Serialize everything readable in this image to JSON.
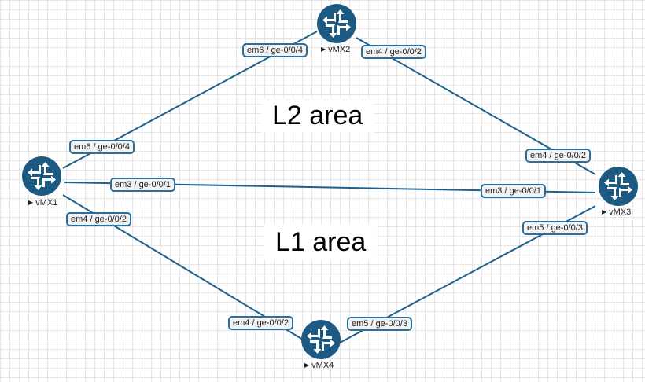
{
  "areas": {
    "l2": "L2 area",
    "l1": "L1 area"
  },
  "nodes": {
    "vmx1": {
      "label": "vMX1"
    },
    "vmx2": {
      "label": "vMX2"
    },
    "vmx3": {
      "label": "vMX3"
    },
    "vmx4": {
      "label": "vMX4"
    }
  },
  "links": {
    "vmx1_vmx2": {
      "a_port": "em6 / ge-0/0/4",
      "b_port": "em6 / ge-0/0/4"
    },
    "vmx2_vmx3": {
      "a_port": "em4 / ge-0/0/2",
      "b_port": "em4 / ge-0/0/2"
    },
    "vmx1_vmx3": {
      "a_port": "em3 / ge-0/0/1",
      "b_port": "em3 / ge-0/0/1"
    },
    "vmx1_vmx4": {
      "a_port": "em4 / ge-0/0/2",
      "b_port": "em4 / ge-0/0/2"
    },
    "vmx3_vmx4": {
      "a_port": "em5 / ge-0/0/3",
      "b_port": "em5 / ge-0/0/3"
    }
  },
  "colors": {
    "router": "#1d5a82",
    "link": "#1e5f8c",
    "port_border": "#2a6e99"
  }
}
